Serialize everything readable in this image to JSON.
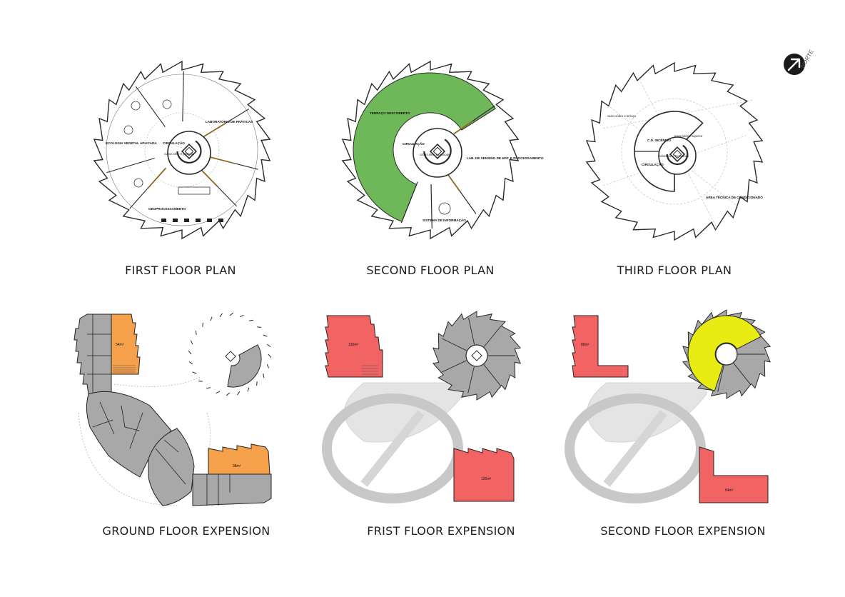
{
  "captions": {
    "first_floor": "FIRST FLOOR PLAN",
    "second_floor": "SECOND FLOOR PLAN",
    "third_floor": "THIRD FLOOR PLAN",
    "ground_expansion": "GROUND FLOOR EXPENSION",
    "first_expansion": "FRIST FLOOR EXPENSION",
    "second_expansion": "SECOND FLOOR EXPENSION"
  },
  "north": {
    "label": "NORTE"
  },
  "first_floor_rooms": {
    "laboratorio": "LABORATÓRIO DE PRÁTICAS",
    "ecologia": "ECOLOGIA VEGETAL APLICADA",
    "circulacao": "CIRCULAÇÃO",
    "geoprocessamento": "GEOPROCESSAMENTO",
    "elevator": "cobos elev. 8 pessoas"
  },
  "second_floor_rooms": {
    "terraco": "TERRAÇO DESCOBERTO",
    "circulacao": "CIRCULAÇÃO",
    "lab_sensing": "LAB. DE SENSING DE MAT. E PROCESSAMENTO",
    "sistema": "SISTEMA DE INFORMAÇÃO",
    "elevator": "cobos elev. 8 pessoas"
  },
  "third_floor_rooms": {
    "vazio": "vazio sobre o terraço",
    "cd": "C.D. INCÊNDIO",
    "reservatorio": "reservatório superior",
    "circulacao": "CIRCULAÇÃO",
    "area_tecnica": "ÁREA TÉCNICA DE CONDICIONADO",
    "elevator": "cobos elev. 8 pessoas"
  },
  "expansion_areas": {
    "ground_a": "54m²",
    "ground_b": "38m²",
    "first_a": "130m²",
    "first_b": "120m²",
    "second_a": "86m²",
    "second_b": "84m²"
  },
  "colors": {
    "wall": "#2a2a2a",
    "terrace_green": "#6fb85a",
    "accent_brown": "#8a6a1e",
    "expansion_orange": "#f5a04a",
    "expansion_red": "#f26464",
    "expansion_yellow": "#e9ec12",
    "existing_gray": "#a8a8a8",
    "ghost_gray": "#d9d9d9"
  }
}
